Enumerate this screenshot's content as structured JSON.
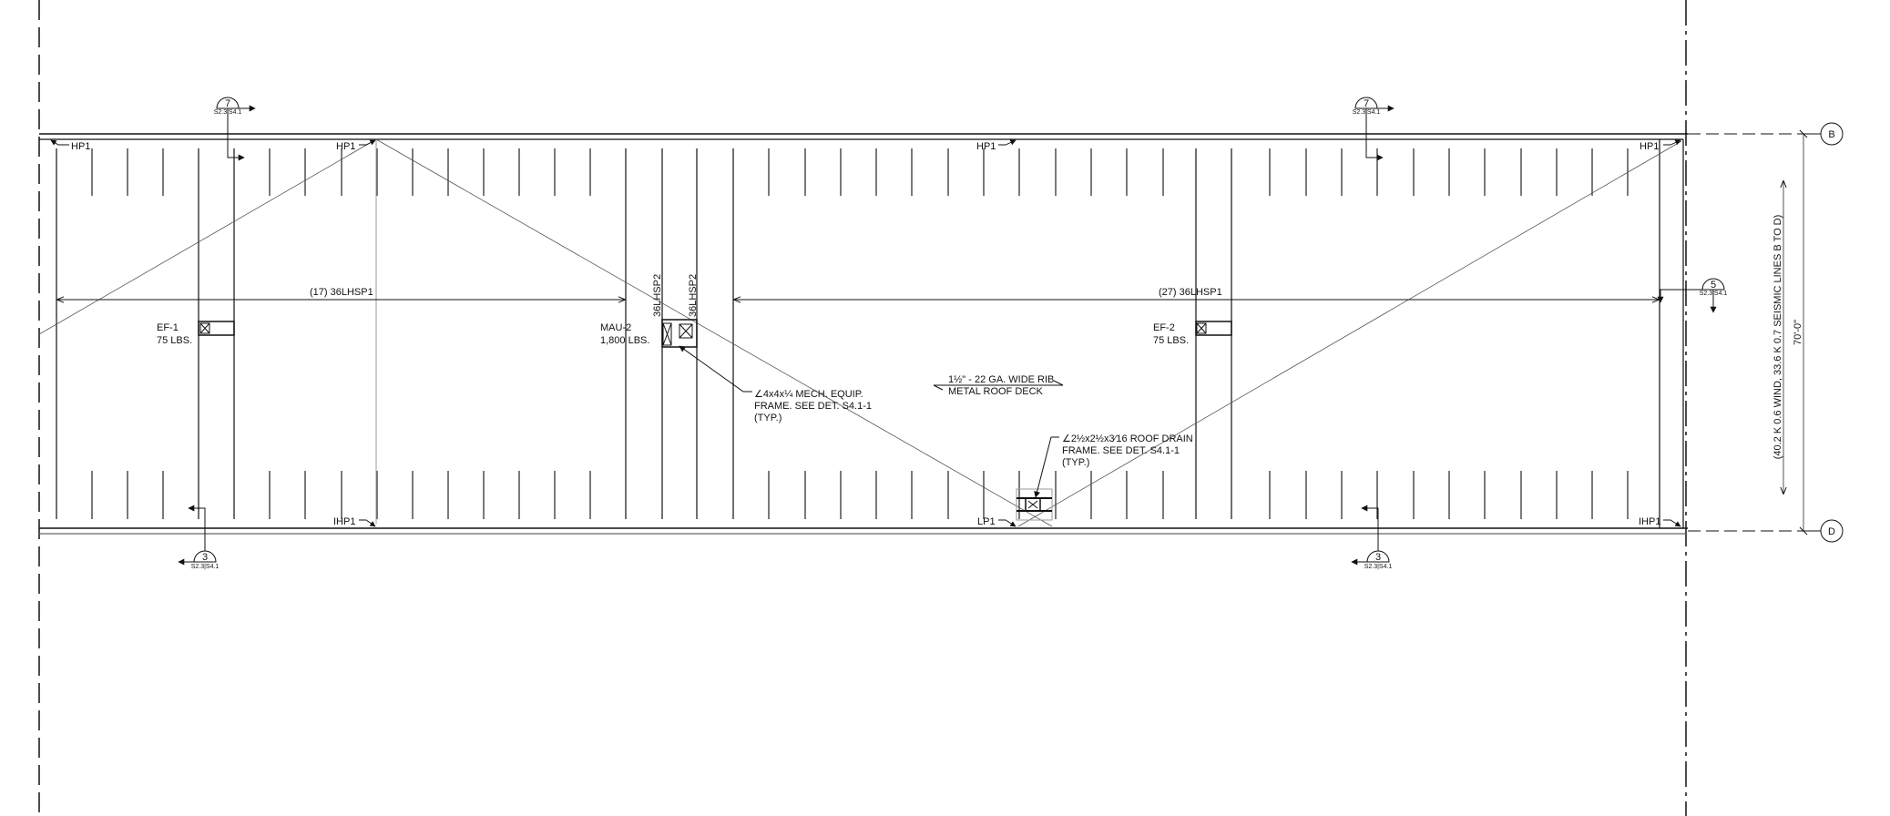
{
  "colors": {
    "line": "#111111",
    "thin": "#555555",
    "light": "#999999",
    "background": "#ffffff"
  },
  "gridlines": {
    "top": "B",
    "bottom": "D"
  },
  "dimension": {
    "overall": "70'-0\"",
    "loads": "(40.2 K 0.6 WIND,  33.6 K 0.7 SEISMIC LINES B TO D)"
  },
  "joists": {
    "left_span": "(17) 36LHSP1",
    "right_span": "(27) 36LHSP1",
    "mid_1": "36LHSP2",
    "mid_2": "36LHSP2"
  },
  "equipment": [
    {
      "name": "EF-1",
      "weight": "75 LBS."
    },
    {
      "name": "MAU-2",
      "weight": "1,800 LBS."
    },
    {
      "name": "EF-2",
      "weight": "75 LBS."
    }
  ],
  "notes": {
    "mech_frame": [
      "∠4x4x¼ MECH. EQUIP.",
      "FRAME. SEE DET. S4.1-1",
      "(TYP.)"
    ],
    "deck": [
      "1½\" - 22 GA. WIDE RIB",
      "METAL ROOF DECK"
    ],
    "drain_frame": [
      "∠2½x2½x3⁄16 ROOF DRAIN",
      "FRAME. SEE DET. S4.1-1",
      "(TYP.)"
    ]
  },
  "points": {
    "hp": "HP1",
    "ihp": "IHP1",
    "lp": "LP1"
  },
  "sections": [
    {
      "number": "7",
      "sheets": "S2.3|S4.1"
    },
    {
      "number": "7",
      "sheets": "S2.3|S4.1"
    },
    {
      "number": "3",
      "sheets": "S2.3|S4.1"
    },
    {
      "number": "3",
      "sheets": "S2.3|S4.1"
    },
    {
      "number": "5",
      "sheets": "S2.3|S4.1"
    }
  ]
}
